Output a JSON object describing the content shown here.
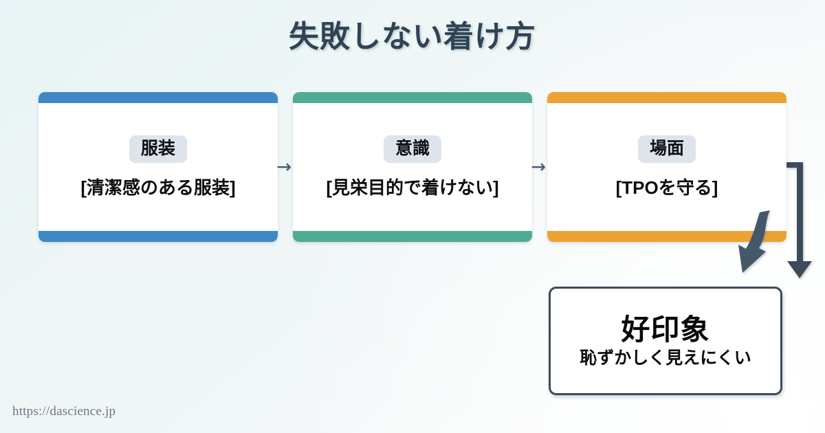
{
  "page": {
    "title": "失敗しない着け方",
    "background_start": "#e9f3f5",
    "background_end": "#fbfcfc",
    "title_color": "#2f4355"
  },
  "steps": [
    {
      "badge": "服装",
      "text": "[清潔感のある服装]",
      "accent": "#3f88c5",
      "badge_bg": "#dde4ec"
    },
    {
      "badge": "意識",
      "text": "[見栄目的で着けない]",
      "accent": "#4fab92",
      "badge_bg": "#dde4ec"
    },
    {
      "badge": "場面",
      "text": "[TPOを守る]",
      "accent": "#eda234",
      "badge_bg": "#dde4ec"
    }
  ],
  "connectors": [
    {
      "glyph": "→",
      "name": "arrow-step1-to-step2"
    },
    {
      "glyph": "→",
      "name": "arrow-step2-to-step3"
    }
  ],
  "flow_arrows": {
    "curved_arrow_color": "#44586a",
    "elbow_arrow_color": "#3b4b5b"
  },
  "result": {
    "title": "好印象",
    "subtitle": "恥ずかしく見えにくい",
    "border_color": "#3b4b5b"
  },
  "footer": {
    "url": "https://dascience.jp"
  }
}
